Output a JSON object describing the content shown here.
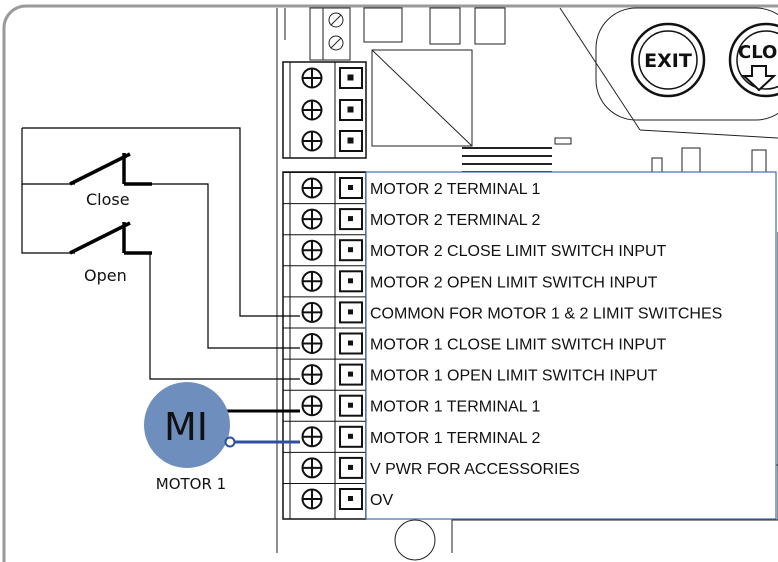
{
  "terminals": [
    {
      "label": "MOTOR 2 TERMINAL 1"
    },
    {
      "label": "MOTOR 2 TERMINAL  2"
    },
    {
      "label": "MOTOR 2 CLOSE LIMIT SWITCH INPUT"
    },
    {
      "label": "MOTOR 2 OPEN LIMIT SWITCH INPUT"
    },
    {
      "label": "COMMON FOR MOTOR 1 & 2 LIMIT SWITCHES"
    },
    {
      "label": "MOTOR 1 CLOSE LIMIT SWITCH INPUT"
    },
    {
      "label": "MOTOR 1 OPEN LIMIT SWITCH INPUT"
    },
    {
      "label": "MOTOR 1 TERMINAL 1"
    },
    {
      "label": "MOTOR 1 TERMINAL 2"
    },
    {
      "label": "V PWR FOR ACCESSORIES"
    },
    {
      "label": "OV"
    }
  ],
  "switches": {
    "close_label": "Close",
    "open_label": "Open"
  },
  "motor": {
    "symbol": "MI",
    "caption": "MOTOR 1",
    "color": "#6e8fbd"
  },
  "buttons": {
    "exit": "EXIT",
    "close_partial": "CLO"
  },
  "colors": {
    "frame": "#9a9a9a",
    "label_box": "#3f6fae",
    "motor_wire_2": "#2f4f9c",
    "wire": "#000000"
  }
}
